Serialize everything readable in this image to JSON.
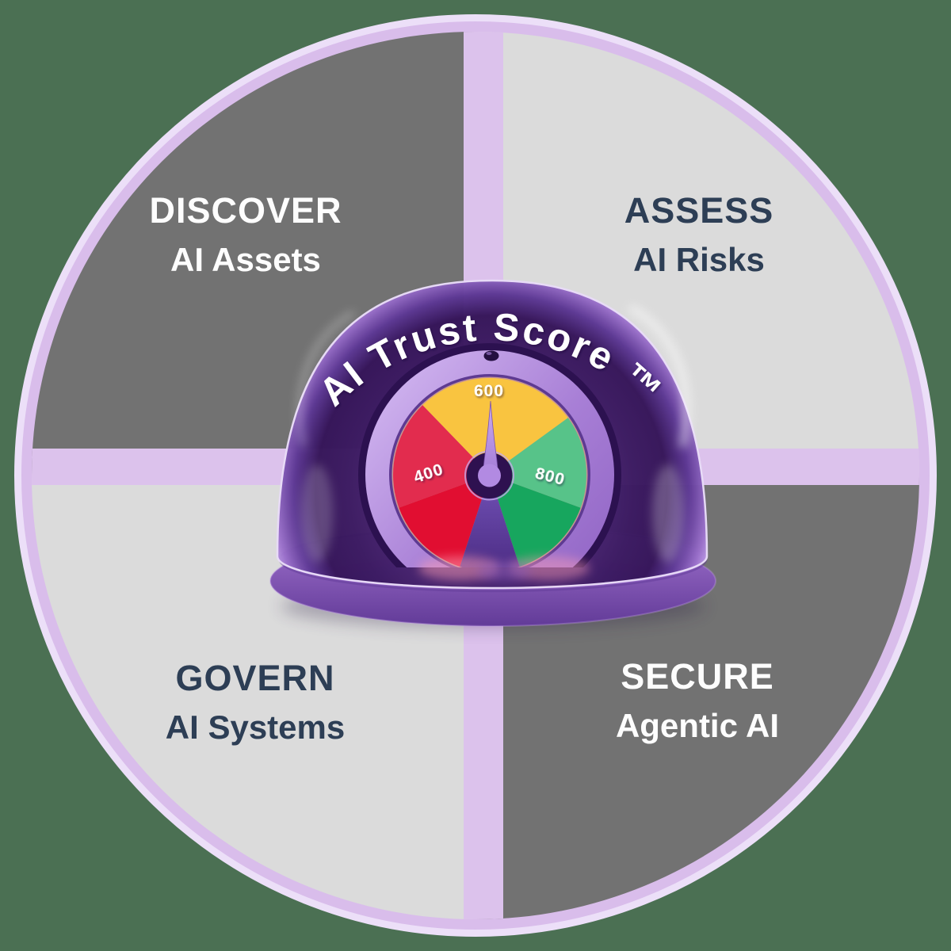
{
  "canvas": {
    "background_color": "#4b7053"
  },
  "wheel": {
    "ring_outer_color": "#ecdff8",
    "ring_inner_color": "#d9bdeb",
    "divider_color": "#dcc2ec",
    "quadrants": [
      {
        "id": "discover",
        "title": "DISCOVER",
        "subtitle": "AI Assets",
        "bg": "#727272",
        "text_color": "#fdfdfd"
      },
      {
        "id": "assess",
        "title": "ASSESS",
        "subtitle": "AI Risks",
        "bg": "#dbdbdb",
        "text_color": "#2d3e55"
      },
      {
        "id": "govern",
        "title": "GOVERN",
        "subtitle": "AI Systems",
        "bg": "#dbdbdb",
        "text_color": "#2d3e55"
      },
      {
        "id": "secure",
        "title": "SECURE",
        "subtitle": "Agentic AI",
        "bg": "#727272",
        "text_color": "#fdfdfd"
      }
    ]
  },
  "gauge": {
    "title": "AI Trust Score ™",
    "ticks": {
      "low": "400",
      "mid": "600",
      "high": "800"
    },
    "colors": {
      "dome_dark": "#3a195e",
      "dome_light": "#c8a9ee",
      "bezel": "#b58fdf",
      "dial_yellow": "#f9c440",
      "dial_red_bright": "#e22c4e",
      "dial_red_deep": "#e10e31",
      "dial_green_light": "#57c389",
      "dial_green_deep": "#17a65e",
      "pointer_wedge": "#5b3a9c",
      "needle": "#b28ae2",
      "hub_dark": "#2e1150",
      "base_purple": "#8a5fc0",
      "base_glow_pink": "#ff9fb6"
    }
  }
}
